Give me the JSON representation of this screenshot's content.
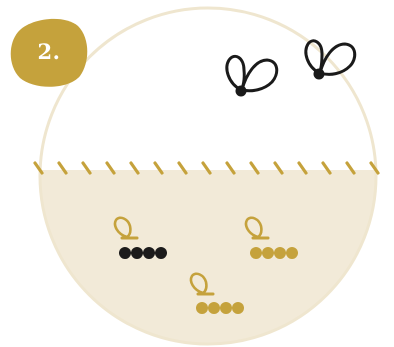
{
  "step": {
    "label": "2."
  },
  "colors": {
    "gold": "#c5a23c",
    "dark": "#1c1b1b",
    "soil": "#f2ead8",
    "rim": "#efe6cf",
    "sky": "#ffffff",
    "ink": "#1a1a1a"
  },
  "scene": {
    "adult_flies_in_air": 2,
    "larvae_in_soil": [
      {
        "color": "dark",
        "segments": 4
      },
      {
        "color": "gold",
        "segments": 4
      },
      {
        "color": "gold",
        "segments": 4
      }
    ]
  },
  "icons": {
    "badge": "step-number-badge",
    "adult": "fly-icon",
    "larva": "larva-icon",
    "ground": "soil-surface-icon"
  }
}
